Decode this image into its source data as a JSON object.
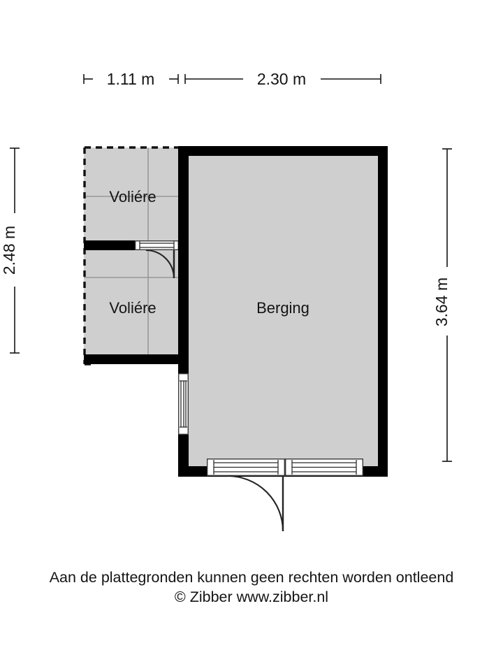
{
  "document": {
    "title": "Plattegrond Berging",
    "background_color": "#ffffff",
    "wall_color": "#000000",
    "floor_color": "#cfcfcf",
    "mesh_color": "#8d8d8d",
    "text_color": "#141414"
  },
  "dimensions": {
    "top_left": "1.11 m",
    "top_right": "2.30 m",
    "left": "2.48 m",
    "right": "3.64 m"
  },
  "rooms": {
    "voliere_upper": "Voliére",
    "voliere_lower": "Voliére",
    "berging": "Berging"
  },
  "footer": {
    "disclaimer": "Aan de plattegronden kunnen geen rechten worden ontleend",
    "copyright": "© Zibber www.zibber.nl"
  }
}
